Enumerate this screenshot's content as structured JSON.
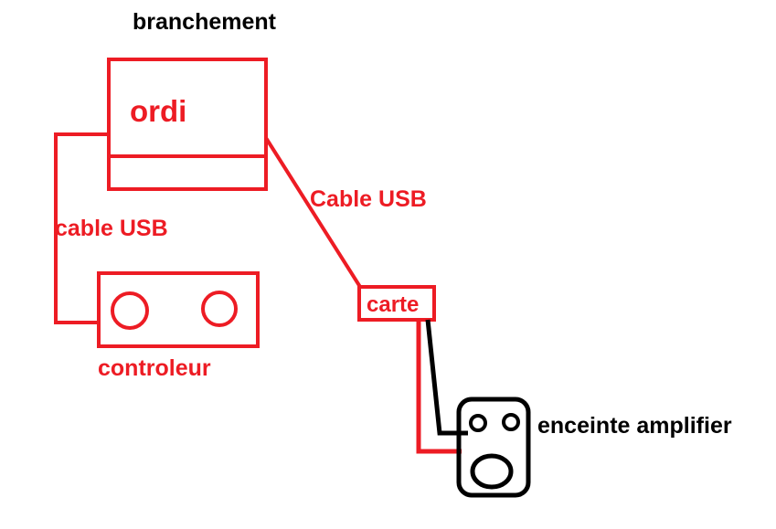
{
  "diagram": {
    "title": "branchement",
    "nodes": {
      "computer": {
        "label": "ordi"
      },
      "controller": {
        "label": "controleur"
      },
      "card": {
        "label": "carte"
      },
      "speaker": {
        "label": "enceinte amplifier"
      }
    },
    "edges": {
      "computer_to_controller": {
        "label": "cable USB"
      },
      "computer_to_card": {
        "label": "Cable USB"
      }
    },
    "colors": {
      "red": "#ed1c24",
      "black": "#000000",
      "text": "#000000"
    }
  }
}
